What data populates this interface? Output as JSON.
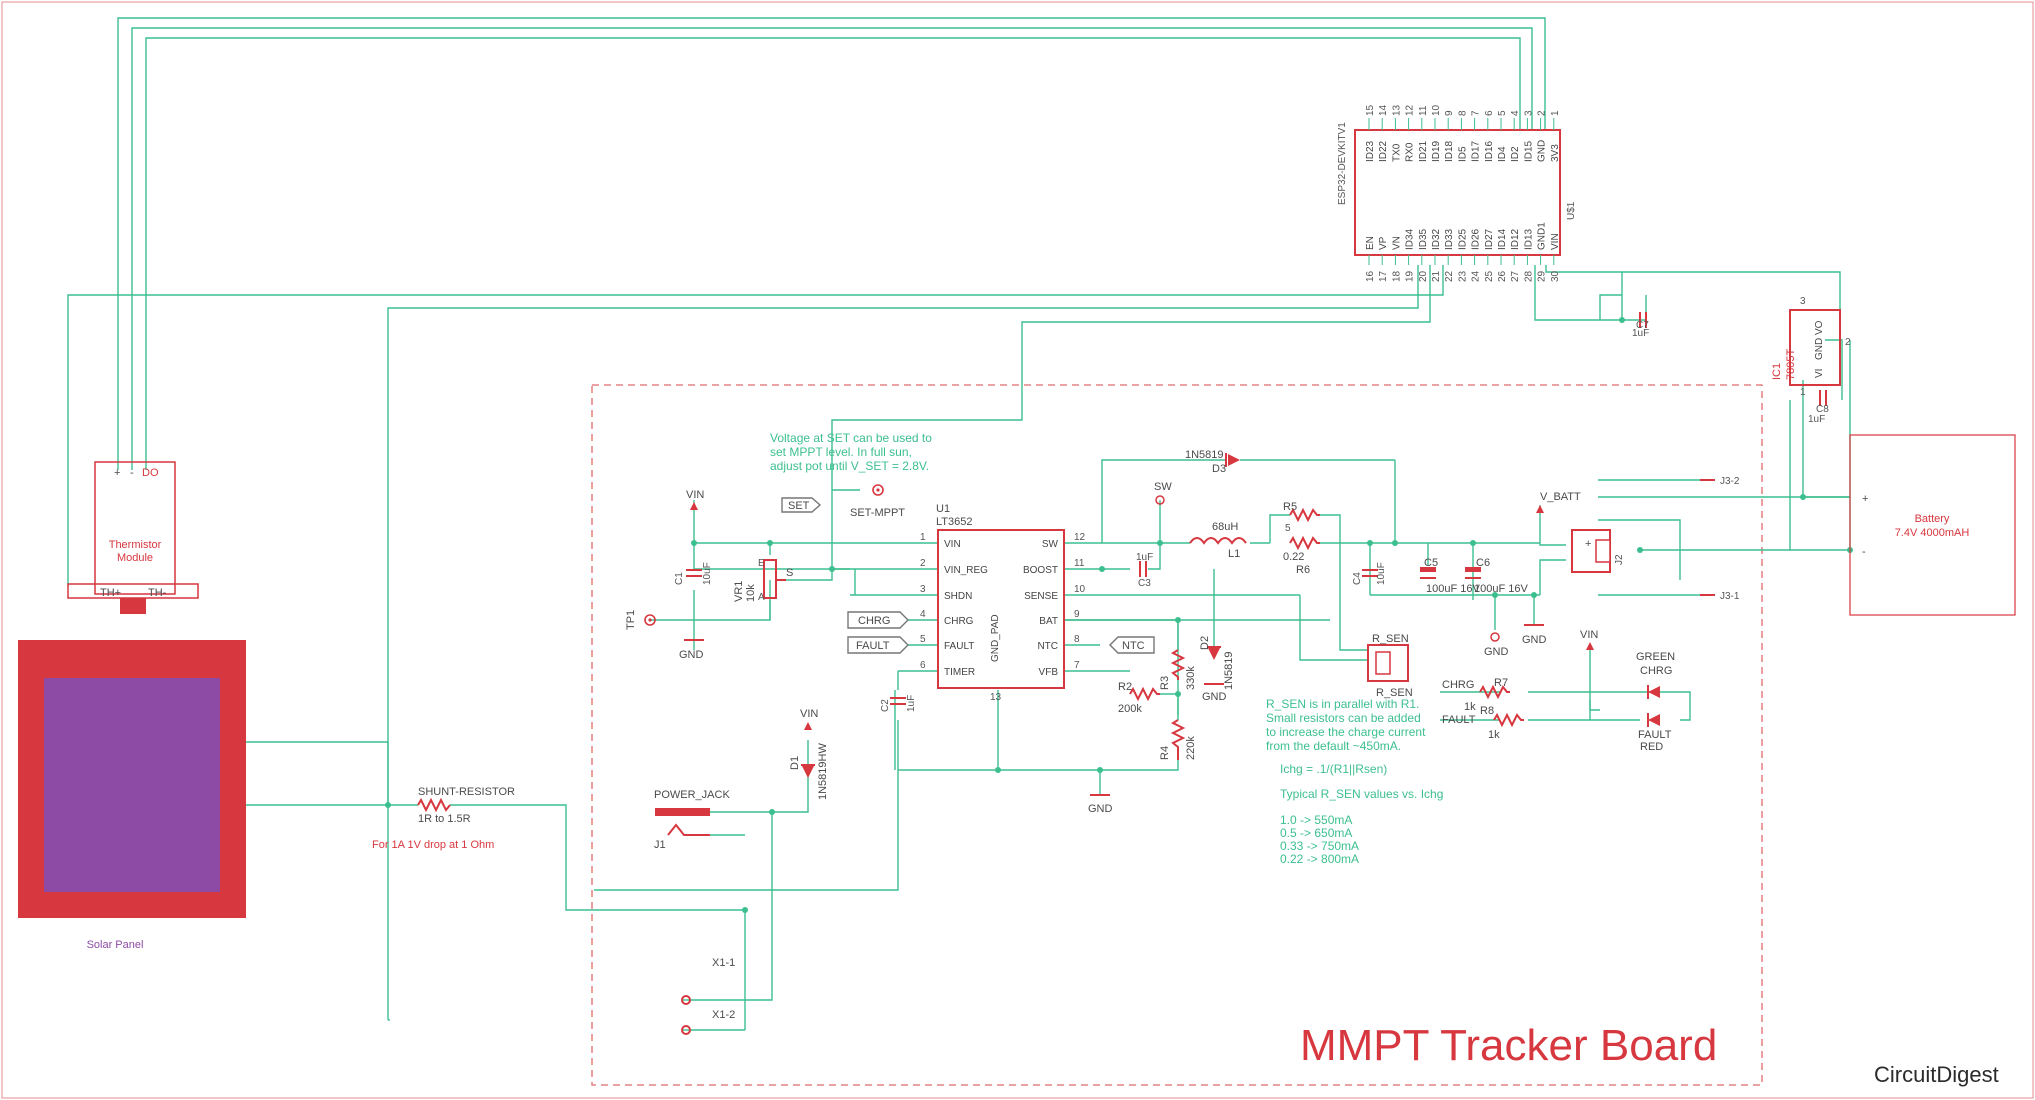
{
  "board": {
    "title": "MMPT Tracker Board"
  },
  "brand": {
    "name": "CircuitDigest"
  },
  "esp32": {
    "designator": "U$1",
    "part": "ESP32-DEVKITV1",
    "top_pin_names": [
      "ID23",
      "ID22",
      "TX0",
      "RX0",
      "ID21",
      "ID19",
      "ID18",
      "ID5",
      "ID17",
      "ID16",
      "ID4",
      "ID2",
      "ID15",
      "GND",
      "3V3"
    ],
    "top_pin_numbers": [
      "15",
      "14",
      "13",
      "12",
      "11",
      "10",
      "9",
      "8",
      "7",
      "6",
      "5",
      "4",
      "3",
      "2",
      "1"
    ],
    "bottom_pin_names": [
      "EN",
      "VP",
      "VN",
      "ID34",
      "ID35",
      "ID32",
      "ID33",
      "ID25",
      "ID26",
      "ID27",
      "ID14",
      "ID12",
      "ID13",
      "GND1",
      "VIN"
    ],
    "bottom_pin_numbers": [
      "16",
      "17",
      "18",
      "19",
      "20",
      "21",
      "22",
      "23",
      "24",
      "25",
      "26",
      "27",
      "28",
      "29",
      "30"
    ]
  },
  "regulator": {
    "designator": "IC1",
    "part": "7805T",
    "pin_vo": "VO",
    "pin_gnd": "GND",
    "pin_vi": "VI",
    "pin_num_1": "1",
    "pin_num_2": "2",
    "pin_num_3": "3"
  },
  "caps_reg": {
    "c7_name": "C7",
    "c7_value": "1uF",
    "c8_name": "C8",
    "c8_value": "1uF"
  },
  "battery": {
    "name": "Battery",
    "spec": "7.4V 4000mAH",
    "plus": "+",
    "minus": "-"
  },
  "connector_j3": {
    "net1": "J3-1",
    "net2": "J3-2",
    "name": "J2"
  },
  "thermistor": {
    "label_line1": "Thermistor",
    "label_line2": "Module",
    "pin_plus": "+",
    "pin_minus": "-",
    "pin_do": "DO",
    "pin_thp": "TH+",
    "pin_thm": "TH-"
  },
  "solar": {
    "label": "Solar Panel"
  },
  "shunt": {
    "name": "SHUNT-RESISTOR",
    "value": "1R to 1.5R",
    "note": "For 1A 1V drop at 1 Ohm"
  },
  "ic_lt3652": {
    "designator": "U1",
    "part": "LT3652",
    "left_pins": [
      {
        "num": "1",
        "name": "VIN"
      },
      {
        "num": "2",
        "name": "VIN_REG"
      },
      {
        "num": "3",
        "name": "SHDN"
      },
      {
        "num": "4",
        "name": "CHRG"
      },
      {
        "num": "5",
        "name": "FAULT"
      },
      {
        "num": "6",
        "name": "TIMER"
      }
    ],
    "right_pins": [
      {
        "num": "12",
        "name": "SW"
      },
      {
        "num": "11",
        "name": "BOOST"
      },
      {
        "num": "10",
        "name": "SENSE"
      },
      {
        "num": "9",
        "name": "BAT"
      },
      {
        "num": "8",
        "name": "NTC"
      },
      {
        "num": "7",
        "name": "VFB"
      }
    ],
    "bottom_pin": {
      "num": "13",
      "name": "GND_PAD"
    }
  },
  "labels": {
    "vin": "VIN",
    "gnd": "GND",
    "sw": "SW",
    "v_batt": "V_BATT",
    "set": "SET",
    "set_mppt": "SET-MPPT",
    "chrg": "CHRG",
    "fault": "FAULT",
    "ntc": "NTC",
    "tp1": "TP1",
    "s": "S",
    "e": "E",
    "a": "A"
  },
  "notes": {
    "set_note": [
      "Voltage at SET can be used to",
      "set MPPT level. In full sun,",
      "adjust pot until V_SET = 2.8V."
    ],
    "rsen_note": [
      "R_SEN is in parallel with R1.",
      "Small resistors can be added",
      "to increase the charge current",
      "from the default ~450mA."
    ],
    "ichg": "Ichg = .1/(R1||Rsen)",
    "typical_title": "Typical R_SEN values vs. Ichg",
    "typical_rows": [
      "1.0  -> 550mA",
      "0.5  -> 650mA",
      "0.33 -> 750mA",
      "0.22 -> 800mA"
    ]
  },
  "parts": {
    "d3_name": "D3",
    "d3_part": "1N5819",
    "d2_name": "D2",
    "d2_part": "1N5819",
    "d1_name": "D1",
    "d1_part": "1N5819HW",
    "l1_name": "L1",
    "l1_value": "68uH",
    "r5_name": "R5",
    "r5_value": "5",
    "r6_name": "R6",
    "r6_value": "0.22",
    "c5_name": "C5",
    "c5_value": "100uF 16V",
    "c6_name": "C6",
    "c6_value": "100uF 16V",
    "c4_name": "C4",
    "c4_value": "10uF",
    "c3_name": "C3",
    "c3_value": "1uF",
    "c1_name": "C1",
    "c1_value": "10uF",
    "c2_name": "C2",
    "c2_value": "1uF",
    "vr1_name": "VR1",
    "vr1_value": "10k",
    "r2_name": "R2",
    "r2_value": "200k",
    "r3_name": "R3",
    "r3_value": "330k",
    "r4_name": "R4",
    "r4_value": "220k",
    "r7_name": "R7",
    "r7_value": "1k",
    "r8_name": "R8",
    "r8_value": "1k",
    "rsen_name": "R_SEN",
    "rsen_name2": "R_SEN",
    "green": "GREEN",
    "red": "RED",
    "chrg_led": "CHRG",
    "fault_led": "FAULT",
    "power_jack": "POWER_JACK",
    "j1": "J1",
    "x1_1": "X1-1",
    "x1_2": "X1-2"
  }
}
